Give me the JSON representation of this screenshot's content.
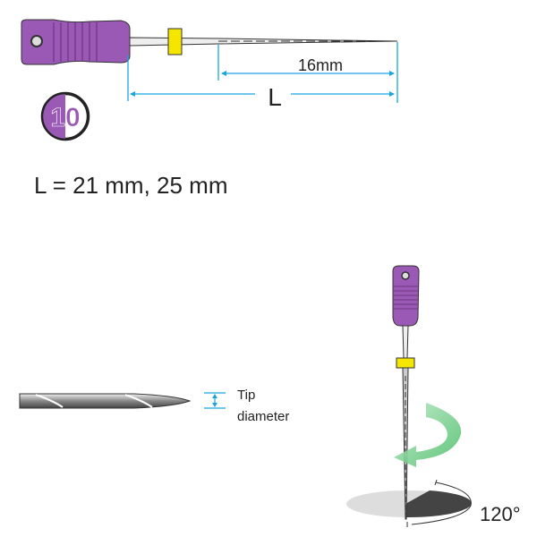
{
  "dimensions": {
    "flute_length": "16mm",
    "length_symbol": "L"
  },
  "size_badge": {
    "number": "10",
    "color": "#9b59b6"
  },
  "length_spec": "L = 21 mm, 25 mm",
  "tip_label": {
    "line1": "Tip",
    "line2": "diameter"
  },
  "rotation_label": "120°",
  "colors": {
    "handle": "#9b59b6",
    "stopper": "#f5e600",
    "dimension": "#1aa3e0",
    "arrow": "#5cc77a"
  }
}
